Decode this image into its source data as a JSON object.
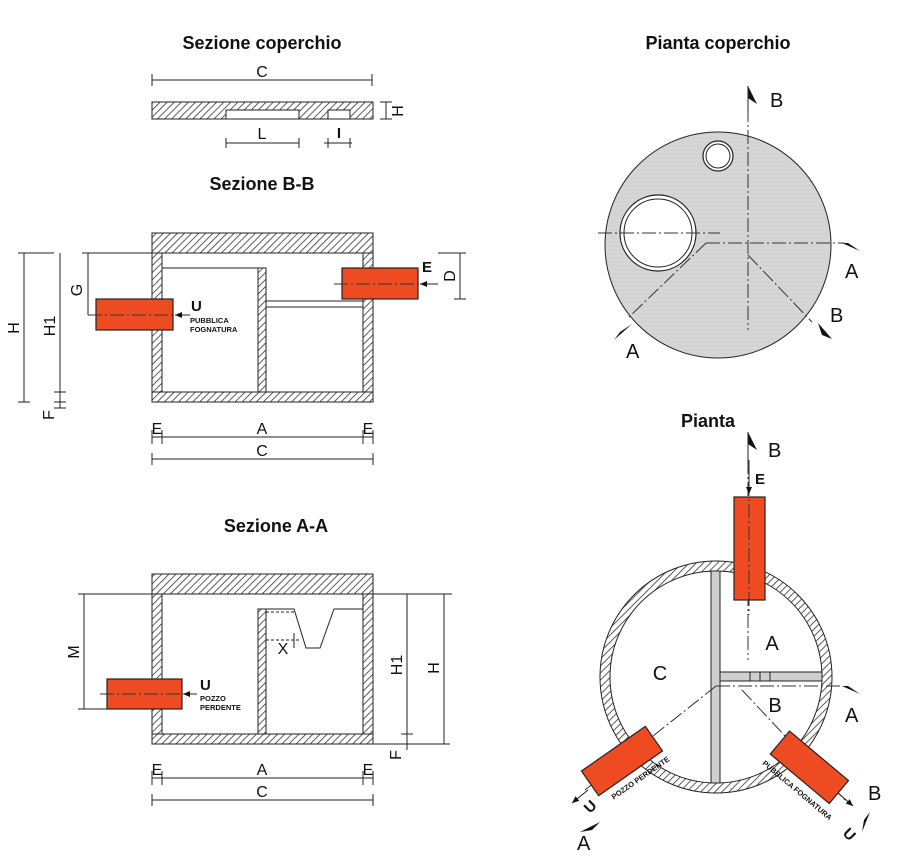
{
  "titles": {
    "lid_section": "Sezione coperchio",
    "lid_plan": "Pianta coperchio",
    "section_bb": "Sezione B-B",
    "plan": "Pianta",
    "section_aa": "Sezione A-A"
  },
  "dimensions": {
    "C": "C",
    "H": "H",
    "L": "L",
    "I": "I",
    "G": "G",
    "H1": "H1",
    "D": "D",
    "E": "E",
    "F": "F",
    "A": "A",
    "M": "M",
    "X": "X"
  },
  "pipes": {
    "inlet": "E",
    "outlet": "U",
    "sewer": "PUBBLICA FOGNATURA",
    "sewer_line1": "PUBBLICA",
    "sewer_line2": "FOGNATURA",
    "well_line1": "POZZO",
    "well_line2": "PERDENTE",
    "well": "POZZO PERDENTE"
  },
  "section_marks": {
    "A": "A",
    "B": "B"
  },
  "chambers": {
    "A": "A",
    "B": "B",
    "C": "C"
  },
  "colors": {
    "pipe": "#ee4b23",
    "lid": "#d6d6d6"
  }
}
